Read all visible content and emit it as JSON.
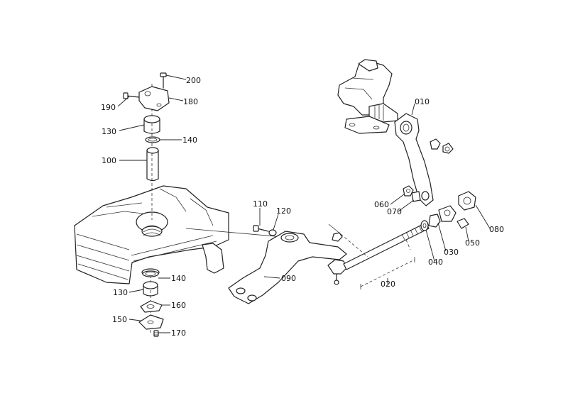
{
  "parts": [
    {
      "id": "p200",
      "label": "200"
    },
    {
      "id": "p180",
      "label": "180"
    },
    {
      "id": "p190",
      "label": "190"
    },
    {
      "id": "p130a",
      "label": "130"
    },
    {
      "id": "p140a",
      "label": "140"
    },
    {
      "id": "p100",
      "label": "100"
    },
    {
      "id": "p110",
      "label": "110"
    },
    {
      "id": "p120",
      "label": "120"
    },
    {
      "id": "p140b",
      "label": "140"
    },
    {
      "id": "p130b",
      "label": "130"
    },
    {
      "id": "p160",
      "label": "160"
    },
    {
      "id": "p150",
      "label": "150"
    },
    {
      "id": "p170",
      "label": "170"
    },
    {
      "id": "p090",
      "label": "090"
    },
    {
      "id": "p010",
      "label": "010"
    },
    {
      "id": "p060",
      "label": "060"
    },
    {
      "id": "p070",
      "label": "070"
    },
    {
      "id": "p080",
      "label": "080"
    },
    {
      "id": "p050",
      "label": "050"
    },
    {
      "id": "p030",
      "label": "030"
    },
    {
      "id": "p040",
      "label": "040"
    },
    {
      "id": "p020",
      "label": "020"
    }
  ]
}
